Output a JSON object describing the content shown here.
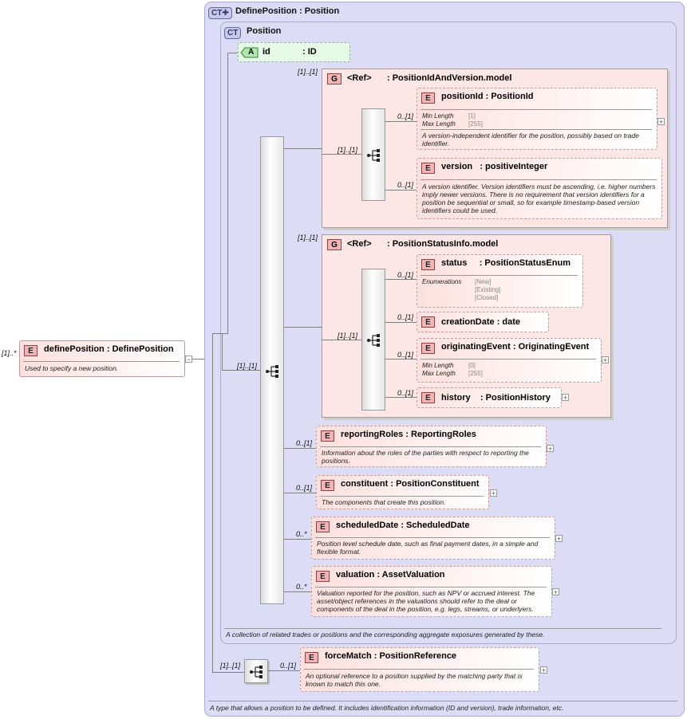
{
  "root": {
    "badge": "E",
    "cardinality": "[1]..*",
    "name": "definePosition",
    "type": ": DefinePosition",
    "description": "Used to specify a new position.",
    "expand": "−"
  },
  "outer_ct": {
    "badge": "CT✚",
    "title": "DefinePosition",
    "type": ": Position",
    "note": "A type that allows a position to be defined. It includes identification information (ID and version), trade information, etc."
  },
  "inner_ct": {
    "badge": "CT",
    "title": "Position",
    "note": "A collection of related trades or positions and the corresponding aggregate exposures generated by these."
  },
  "attribute": {
    "badge": "A",
    "name": "id",
    "type": ": ID"
  },
  "sequence_main": {
    "card": "[1]..[1]"
  },
  "group_id": {
    "card": "[1]..[1]",
    "badge": "G",
    "ref": "<Ref>",
    "name": ": PositionIdAndVersion.model",
    "seq_card": "[1]..[1]",
    "elements": [
      {
        "card": "0..[1]",
        "badge": "E",
        "name": "positionId",
        "type": ": PositionId",
        "facets": [
          {
            "key": "Min Length",
            "value": "[1]"
          },
          {
            "key": "Max Length",
            "value": "[255]"
          }
        ],
        "description": "A version-independent identifier for the position, possibly based on trade identifier.",
        "expand": "+"
      },
      {
        "card": "0..[1]",
        "badge": "E",
        "name": "version",
        "type": ": positiveInteger",
        "description": "A version identifier. Version identifiers must be ascending, i.e. higher numbers imply newer versions. There is no requirement that version identifiers for a position be sequential or small, so for example timestamp-based version identifiers could be used."
      }
    ]
  },
  "group_status": {
    "card": "[1]..[1]",
    "badge": "G",
    "ref": "<Ref>",
    "name": ": PositionStatusInfo.model",
    "seq_card": "[1]..[1]",
    "elements": [
      {
        "card": "0..[1]",
        "badge": "E",
        "name": "status",
        "type": ": PositionStatusEnum",
        "enum_label": "Enumerations",
        "enums": [
          "[New]",
          "[Existing]",
          "[Closed]"
        ]
      },
      {
        "card": "0..[1]",
        "badge": "E",
        "name": "creationDate",
        "type": ": date"
      },
      {
        "card": "0..[1]",
        "badge": "E",
        "name": "originatingEvent",
        "type": ": OriginatingEvent",
        "facets": [
          {
            "key": "Min Length",
            "value": "[0]"
          },
          {
            "key": "Max Length",
            "value": "[255]"
          }
        ],
        "expand": "+"
      },
      {
        "card": "0..[1]",
        "badge": "E",
        "name": "history",
        "type": ": PositionHistory",
        "expand": "+"
      }
    ]
  },
  "elements": [
    {
      "card": "0..[1]",
      "badge": "E",
      "name": "reportingRoles",
      "type": ": ReportingRoles",
      "description": "Information about the roles of the parties with respect to reporting the positions.",
      "expand": "+"
    },
    {
      "card": "0..[1]",
      "badge": "E",
      "name": "constituent",
      "type": ": PositionConstituent",
      "description": "The components that create this position.",
      "expand": "+"
    },
    {
      "card": "0..*",
      "badge": "E",
      "name": "scheduledDate",
      "type": ": ScheduledDate",
      "description": "Position level schedule date, such as final payment dates, in a simple and flexible format.",
      "expand": "+"
    },
    {
      "card": "0..*",
      "badge": "E",
      "name": "valuation",
      "type": ": AssetValuation",
      "description": "Valuation reported for the position, such as NPV or accrued interest. The asset/object references in the valuations should refer to the deal or components of the deal in the position, e.g. legs, streams, or underlyers.",
      "expand": "+"
    }
  ],
  "sequence_force": {
    "card": "[1]..[1]"
  },
  "force_match": {
    "card": "0..[1]",
    "badge": "E",
    "name": "forceMatch",
    "type": ": PositionReference",
    "description": "An optional reference to a position supplied by the matching party that is known to match this one.",
    "expand": "+"
  }
}
